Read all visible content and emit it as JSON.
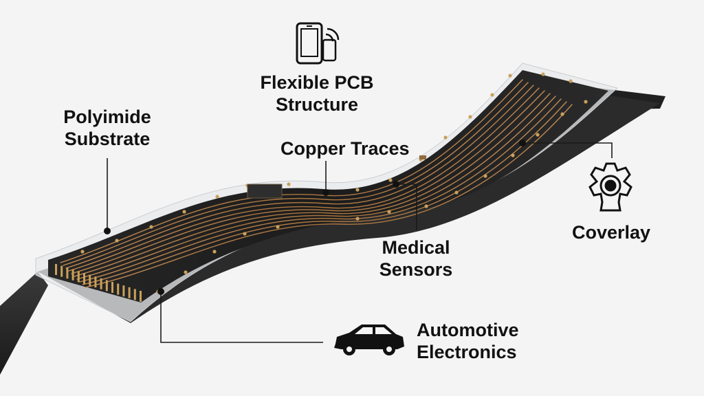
{
  "labels": {
    "flexible_pcb": {
      "line1": "Flexible PCB",
      "line2": "Structure"
    },
    "polyimide": {
      "line1": "Polyimide",
      "line2": "Substrate"
    },
    "copper_traces": {
      "line1": "Copper Traces"
    },
    "coverlay": {
      "line1": "Coverlay"
    },
    "medical_sensors": {
      "line1": "Medical",
      "line2": "Sensors"
    },
    "automotive": {
      "line1": "Automotive",
      "line2": "Electronics"
    }
  },
  "icons": {
    "phone": "smartphone-icon",
    "gear": "gear-icon",
    "car": "car-icon"
  },
  "colors": {
    "background": "#f4f4f4",
    "board": "#1f1f1f",
    "copper": "#b8804a",
    "pad": "#c9a15a",
    "text": "#111111"
  }
}
